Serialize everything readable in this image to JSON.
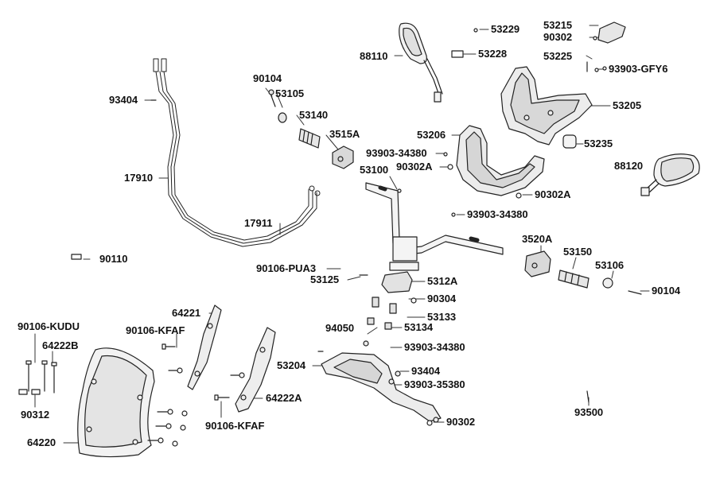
{
  "diagram": {
    "part_labels": [
      "53229",
      "53215",
      "90302",
      "53228",
      "53225",
      "93903-GFY6",
      "88110",
      "90104",
      "93404",
      "53105",
      "53140",
      "53205",
      "3515A",
      "53206",
      "53235",
      "93903-34380",
      "90302A",
      "88120",
      "17910",
      "53100",
      "90302A",
      "93903-34380",
      "17911",
      "3520A",
      "53150",
      "53106",
      "90110",
      "90106-PUA3",
      "53125",
      "5312A",
      "90104",
      "90304",
      "64221",
      "53133",
      "90106-KUDU",
      "90106-KFAF",
      "94050",
      "53134",
      "64222B",
      "93903-34380",
      "53204",
      "93404",
      "93903-35380",
      "64222A",
      "90312",
      "93500",
      "90302",
      "90106-KFAF",
      "64220"
    ]
  }
}
